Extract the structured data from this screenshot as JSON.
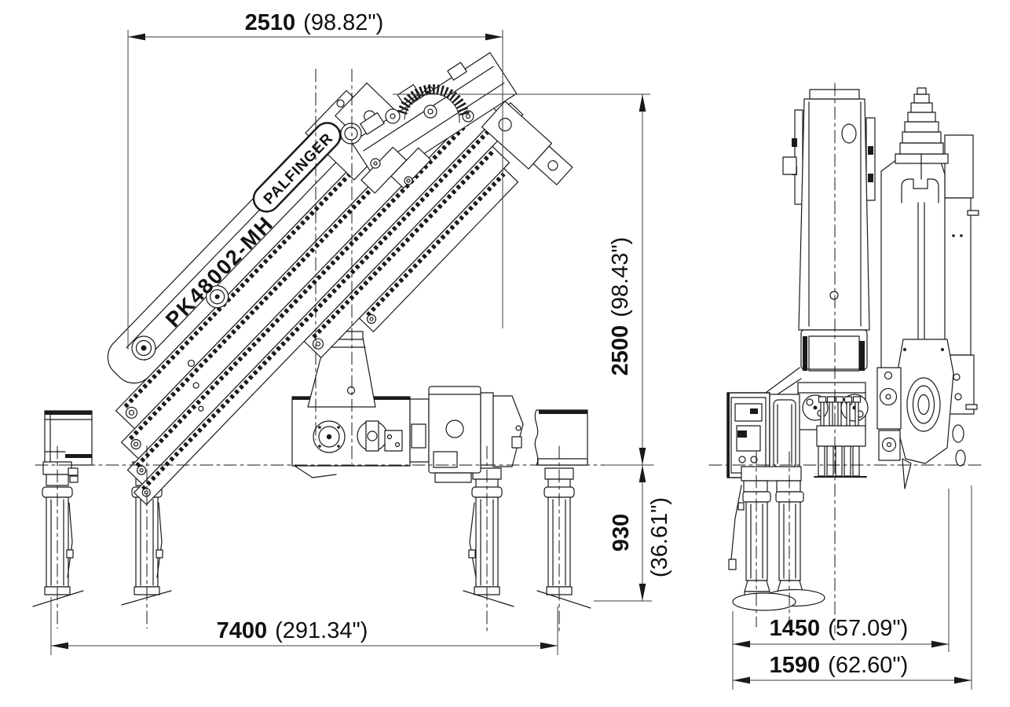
{
  "crane": {
    "model": "PK48002-MH",
    "brand": "PALFINGER"
  },
  "dims": {
    "top": {
      "mm": "2510",
      "in": "(98.82\")"
    },
    "height": {
      "mm": "2500",
      "in": "(98.43\")"
    },
    "ground": {
      "mm": "930",
      "in": "(36.61\")"
    },
    "span": {
      "mm": "7400",
      "in": "(291.34\")"
    },
    "rear_inner": {
      "mm": "1450",
      "in": "(57.09\")"
    },
    "rear_outer": {
      "mm": "1590",
      "in": "(62.60\")"
    }
  },
  "colors": {
    "line": "#1a1a1a",
    "dimension_line": "#3c3c3c",
    "text": "#111111",
    "background": "#ffffff"
  }
}
